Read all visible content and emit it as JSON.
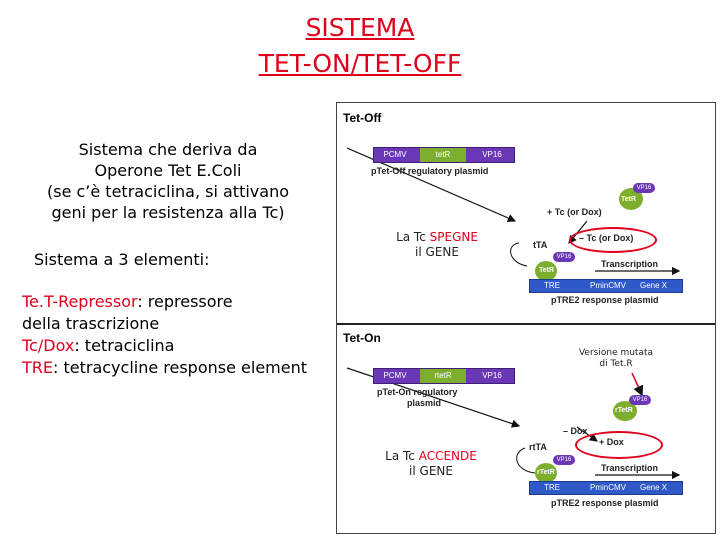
{
  "title": {
    "line1": "SISTEMA",
    "line2": "TET-ON/TET-OFF"
  },
  "intro": {
    "line1": "Sistema che deriva da",
    "line2": "Operone Tet E.Coli",
    "line3": "(se c’è tetraciclina, si attivano",
    "line4": "geni per la resistenza alla Tc)"
  },
  "elements_heading": "Sistema a 3 elementi:",
  "elements": [
    {
      "name": "Te.T-Repressor",
      "desc": ": repressore"
    },
    {
      "continuation": "della trascrizione"
    },
    {
      "name": "Tc/Dox",
      "desc": ": tetraciclina"
    },
    {
      "name": "TRE",
      "desc": ": tetracycline response element"
    }
  ],
  "colors": {
    "accent": "#e0001b",
    "plasmid": "#6a38b6",
    "tetR": "#7dae2d",
    "gene": "#2f58c9"
  },
  "tet_off": {
    "title": "Tet-Off",
    "plasmid": {
      "promoter": "PCMV",
      "gene": "tetR",
      "vp": "VP16"
    },
    "plasmid_label": "pTet-Off regulatory plasmid",
    "plus_tc": "+ Tc (or Dox)",
    "minus_tc": "– Tc (or Dox)",
    "activator": "tTA",
    "protein_label": "TetR",
    "protein_vp": "VP16",
    "transcription": "Transcription",
    "tre": "TRE",
    "promoter2": "PminCMV",
    "gene_x": "Gene X",
    "response_label": "pTRE2 response plasmid",
    "annotation_line1": "La Tc",
    "annotation_key": "SPEGNE",
    "annotation_line2": "il GENE"
  },
  "tet_on": {
    "title": "Tet-On",
    "plasmid": {
      "promoter": "PCMV",
      "gene": "rtetR",
      "vp": "VP16"
    },
    "plasmid_label_1": "pTet-On regulatory",
    "plasmid_label_2": "plasmid",
    "minus_dox": "– Dox",
    "plus_dox": "+ Dox",
    "activator": "rtTA",
    "protein_label": "rTetR",
    "protein_vp": "VP16",
    "transcription": "Transcription",
    "tre": "TRE",
    "promoter2": "PminCMV",
    "gene_x": "Gene X",
    "response_label": "pTRE2 response plasmid",
    "mutant_line1": "Versione mutata",
    "mutant_line2": "di Tet.R",
    "annotation_line1": "La Tc",
    "annotation_key": "ACCENDE",
    "annotation_line2": "il GENE"
  }
}
